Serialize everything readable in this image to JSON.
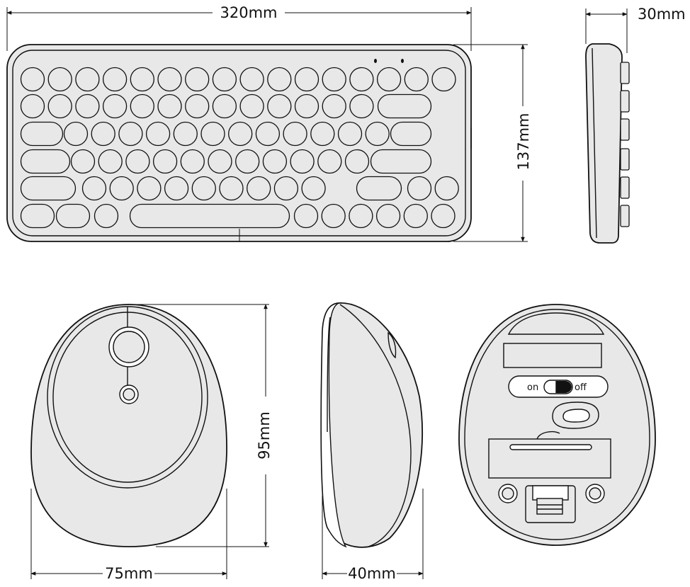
{
  "dimensions": {
    "keyboard_width": "320mm",
    "keyboard_depth": "137mm",
    "keyboard_height": "30mm",
    "mouse_length": "95mm",
    "mouse_width": "75mm",
    "mouse_height": "40mm"
  },
  "mouse_switch": {
    "on_label": "on",
    "off_label": "off"
  },
  "colors": {
    "outline": "#111111",
    "fill": "#e8e8e8",
    "background": "#ffffff"
  }
}
